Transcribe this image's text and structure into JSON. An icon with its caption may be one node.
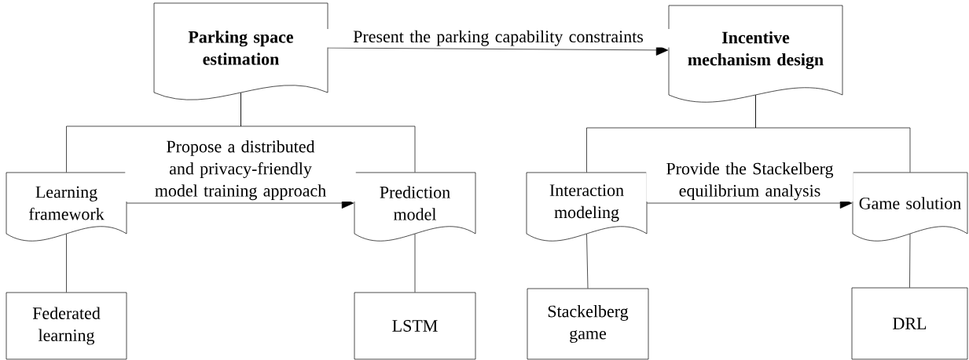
{
  "diagram": {
    "nodes": [
      {
        "text": [
          "Parking space estimation"
        ]
      },
      {
        "text": [
          "Incentive mechanism design"
        ]
      },
      {
        "text": [
          "Learning framework"
        ]
      },
      {
        "text": [
          "Prediction model"
        ]
      },
      {
        "text": [
          "Interaction modeling"
        ]
      },
      {
        "text": [
          "Game solution"
        ]
      },
      {
        "text": [
          "Federated learning"
        ]
      },
      {
        "text": [
          "LSTM"
        ]
      },
      {
        "text": [
          "Stackelberg game"
        ]
      },
      {
        "text": [
          "DRL"
        ]
      }
    ],
    "edges": [
      {
        "from": 0,
        "to": 1,
        "arrow": "to",
        "label": "Present the parking capability constraints"
      },
      {
        "from": 0,
        "to": 2,
        "arrow": "none"
      },
      {
        "from": 0,
        "to": 3,
        "arrow": "none"
      },
      {
        "from": 2,
        "to": 3,
        "arrow": "to",
        "label": "Propose a distributed and privacy-friendly model training approach"
      },
      {
        "from": 1,
        "to": 4,
        "arrow": "none"
      },
      {
        "from": 1,
        "to": 5,
        "arrow": "none"
      },
      {
        "from": 4,
        "to": 5,
        "arrow": "to",
        "label": "Provide the Stackelberg equilibrium analysis"
      },
      {
        "from": 2,
        "to": 6,
        "arrow": "none"
      },
      {
        "from": 3,
        "to": 7,
        "arrow": "none"
      },
      {
        "from": 4,
        "to": 8,
        "arrow": "none"
      },
      {
        "from": 5,
        "to": 9,
        "arrow": "none"
      }
    ]
  }
}
